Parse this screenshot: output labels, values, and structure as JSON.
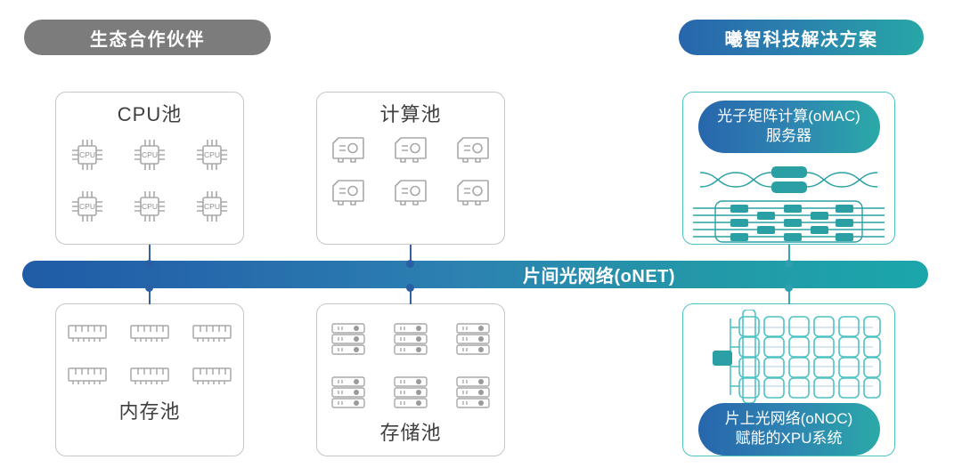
{
  "header": {
    "left_pill": {
      "label": "生态合作伙伴",
      "color": "#7c7c7c"
    },
    "right_pill": {
      "label": "曦智科技解决方案",
      "gradient_from": "#2766ac",
      "gradient_to": "#27a7a6"
    }
  },
  "network_bar": {
    "label": "片间光网络(oNET)",
    "gradient_from": "#1f5ca6",
    "gradient_to": "#1ba6ab"
  },
  "pools": [
    {
      "id": "cpu",
      "title": "CPU池",
      "title_position": "top",
      "icon": "cpu-chip-icon",
      "icon_label": "CPU",
      "icon_count": 6,
      "border_color": "#c6c6c6"
    },
    {
      "id": "compute",
      "title": "计算池",
      "title_position": "top",
      "icon": "gpu-card-icon",
      "icon_count": 6,
      "border_color": "#c6c6c6"
    },
    {
      "id": "memory",
      "title": "内存池",
      "title_position": "bottom",
      "icon": "memory-stick-icon",
      "icon_count": 6,
      "border_color": "#c6c6c6"
    },
    {
      "id": "storage",
      "title": "存储池",
      "title_position": "bottom",
      "icon": "server-rack-icon",
      "icon_count": 6,
      "border_color": "#c6c6c6"
    }
  ],
  "solutions": [
    {
      "id": "omac",
      "line1": "光子矩阵计算(oMAC)",
      "line2": "服务器",
      "label_position": "top",
      "graphic": "photonic-waveguide-mesh",
      "accent_color": "#2ba0a4",
      "border_color": "#4fc2c4"
    },
    {
      "id": "onoc",
      "line1": "片上光网络(oNOC)",
      "line2": "赋能的XPU系统",
      "label_position": "bottom",
      "graphic": "onoc-xpu-grid",
      "grid_columns": 6,
      "grid_rows": 4,
      "accent_color": "#2ba0a4",
      "border_color": "#4fc2c4"
    }
  ]
}
